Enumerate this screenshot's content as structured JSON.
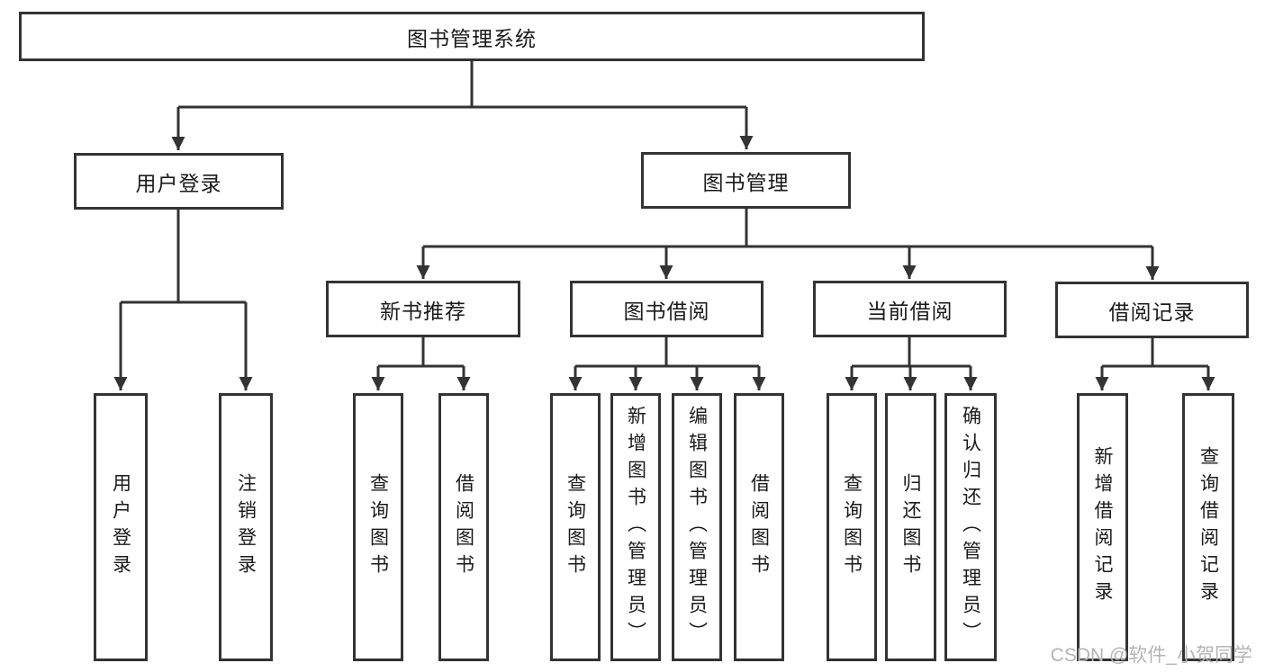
{
  "diagram": {
    "root": {
      "label": "图书管理系统"
    },
    "groups": [
      {
        "parent": "用户登录",
        "children": [
          "用户登录",
          "注销登录"
        ]
      },
      {
        "parent": "图书管理",
        "sections": [
          {
            "parent": "新书推荐",
            "children": [
              "查询图书",
              "借阅图书"
            ]
          },
          {
            "parent": "图书借阅",
            "children": [
              "查询图书",
              "新增图书（管理员）",
              "编辑图书（管理员）",
              "借阅图书"
            ]
          },
          {
            "parent": "当前借阅",
            "children": [
              "查询图书",
              "归还图书",
              "确认归还（管理员）"
            ]
          },
          {
            "parent": "借阅记录",
            "children": [
              "新增借阅记录",
              "查询借阅记录"
            ]
          }
        ]
      }
    ],
    "watermark": "CSDN @软件_小贺同学",
    "colors": {
      "line": "#333333",
      "text": "#1a1a1a",
      "watermark": "#b4b4b4",
      "background": "#ffffff"
    }
  }
}
